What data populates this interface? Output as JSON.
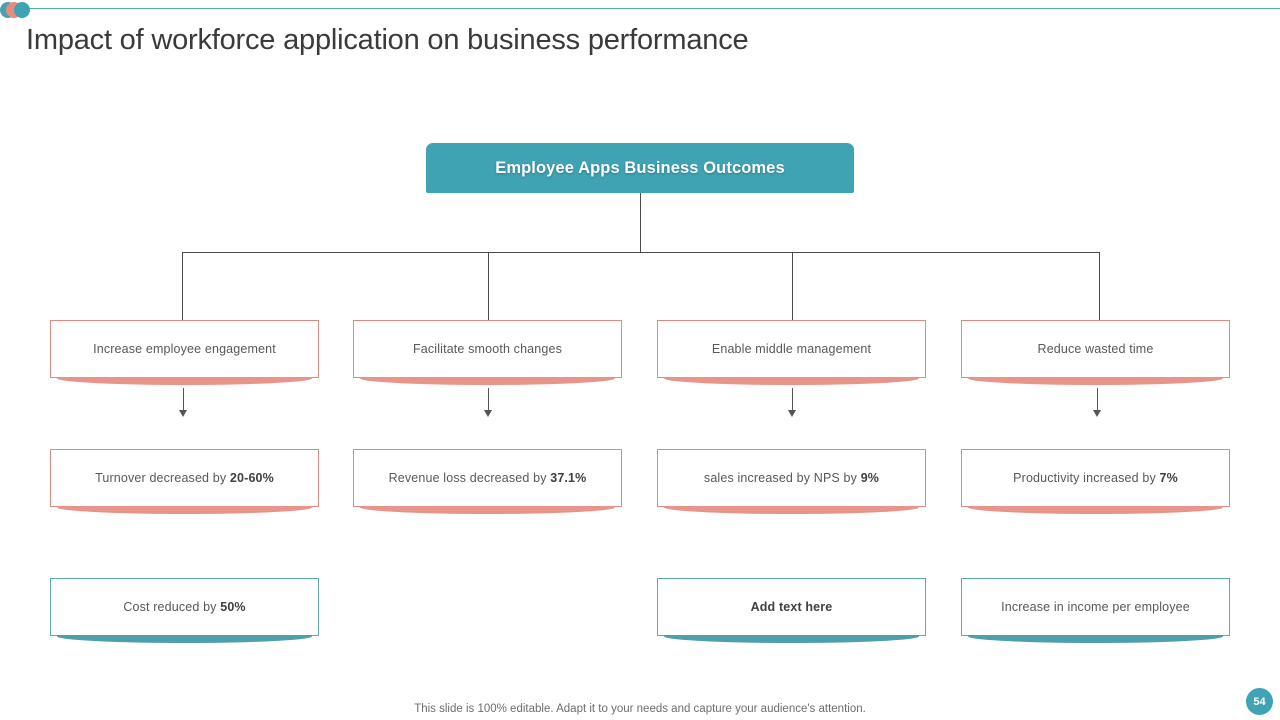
{
  "slide": {
    "title": "Impact of workforce application on business performance",
    "footer_note": "This slide is 100% editable. Adapt it to your needs and capture your audience's attention.",
    "page_number": "54"
  },
  "theme": {
    "teal": "#3fa3b3",
    "coral": "#e0897e",
    "coral_shadow": "#e8948a",
    "teal_shadow": "#4e9fab",
    "title_color": "#3a3a3a",
    "body_text": "#58585a"
  },
  "decoration": {
    "dots": [
      "teal-dot",
      "coral-dot",
      "teal-dot"
    ],
    "rule": "horizontal-rule"
  },
  "diagram": {
    "type": "org-tree",
    "root": {
      "label": "Employee Apps Business Outcomes"
    },
    "columns": [
      {
        "driver": "Increase employee  engagement",
        "outcome_prefix": "Turnover  decreased by ",
        "outcome_value": "20-60%",
        "benefit_prefix": "Cost reduced by ",
        "benefit_value": "50%",
        "benefit_bold_all": false
      },
      {
        "driver": "Facilitate smooth changes",
        "outcome_prefix": "Revenue  loss decreased by ",
        "outcome_value": "37.1%",
        "benefit_prefix": null,
        "benefit_value": null,
        "benefit_bold_all": false
      },
      {
        "driver": "Enable middle management",
        "outcome_prefix": "sales increased by NPS by ",
        "outcome_value": "9%",
        "benefit_prefix": "",
        "benefit_value": "Add text here",
        "benefit_bold_all": true
      },
      {
        "driver": "Reduce wasted time",
        "outcome_prefix": "Productivity increased by ",
        "outcome_value": "7%",
        "benefit_prefix": "Increase in income per employee",
        "benefit_value": "",
        "benefit_bold_all": false
      }
    ]
  }
}
